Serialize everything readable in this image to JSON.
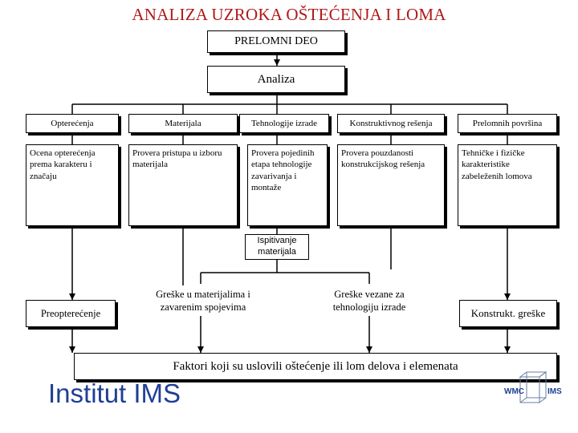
{
  "title": "ANALIZA UZROKA OŠTEĆENJA I LOMA",
  "top_box": "PRELOMNI DEO",
  "analysis_box": "Analiza",
  "categories": [
    {
      "label": "Opterećenja",
      "detail": "Ocena opterećenja prema karakteru i značaju"
    },
    {
      "label": "Materijala",
      "detail": "Provera pristupa u izboru materijala"
    },
    {
      "label": "Tehnologije izrade",
      "detail": "Provera pojedinih etapa tehnologije zavarivanja i montaže"
    },
    {
      "label": "Konstruktivnog rešenja",
      "detail": "Provera pouzdanosti konstrukcijskog rešenja"
    },
    {
      "label": "Prelomnih površina",
      "detail": "Tehničke i fizičke karakteristike zabeleženih lomova"
    }
  ],
  "testing_box": "Ispitivanje materijala",
  "results": {
    "overload": "Preopterećenje",
    "material_errors": "Greške u materijalima i zavarenim spojevima",
    "technology_errors": "Greške vezane za tehnologiju izrade",
    "design_errors": "Konstrukt. greške"
  },
  "bottom_box": "Faktori koji su uslovili  oštećenje ili lom delova i elemenata",
  "brand": "Institut IMS",
  "logo": {
    "left_text": "WMC",
    "right_text": "IMS",
    "icon": "cube-logo-icon"
  }
}
